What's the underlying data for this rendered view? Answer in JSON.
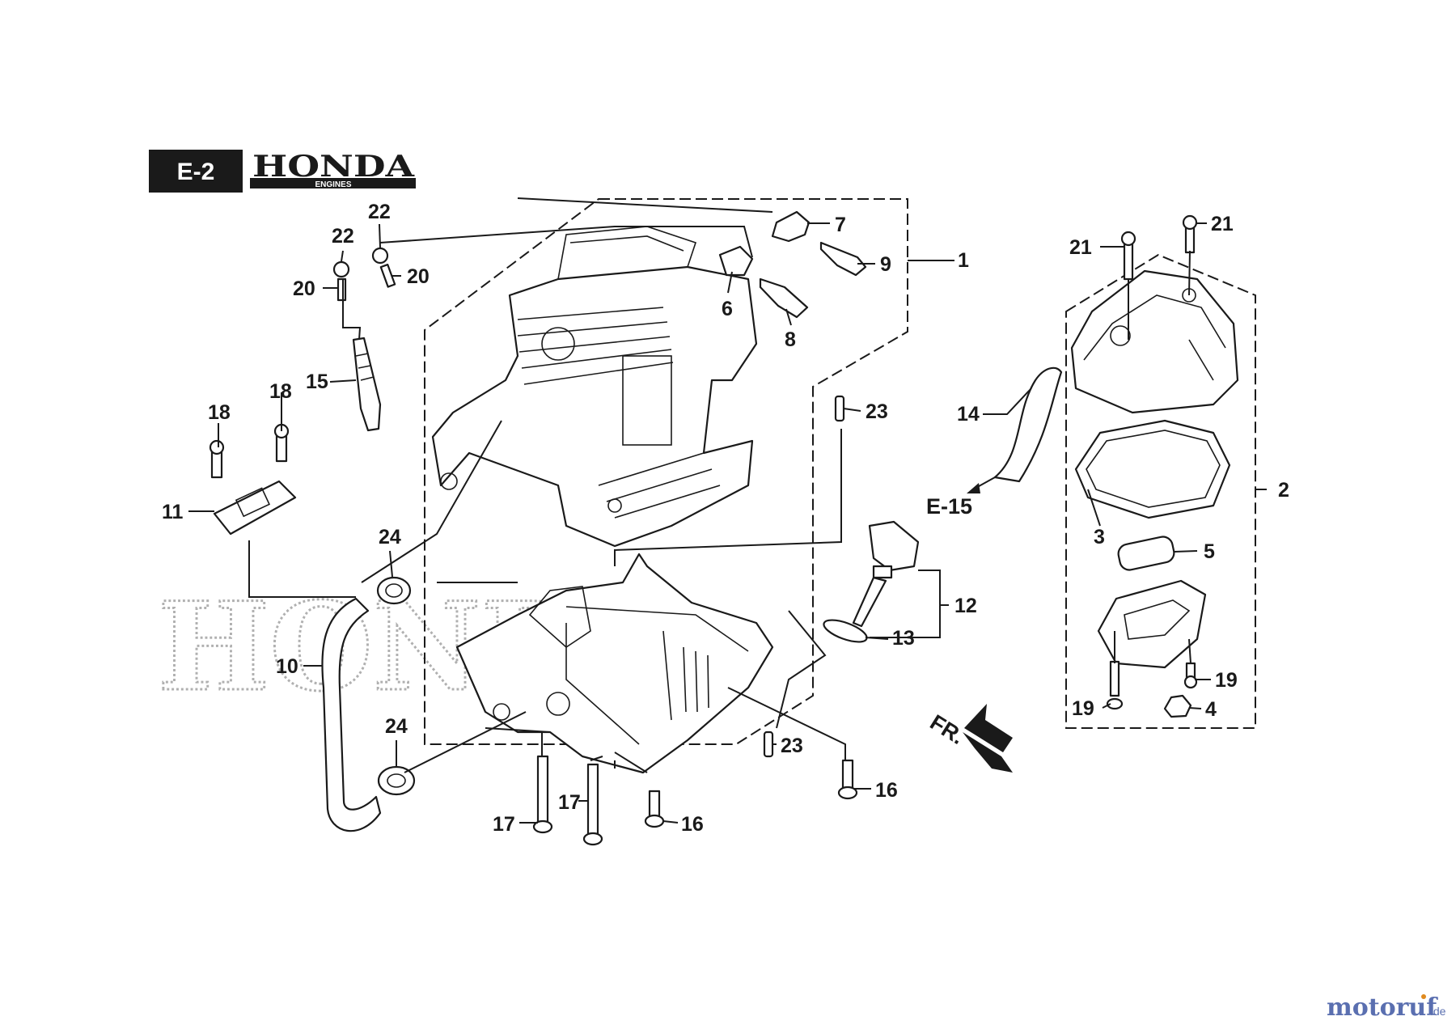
{
  "header": {
    "section_code": "E-2",
    "brand": "HONDA",
    "brand_sub": "ENGINES"
  },
  "watermark": {
    "brand": "HONDA"
  },
  "site": {
    "name_part1": "motoruf",
    "name_part2": ".de"
  },
  "references": {
    "exploded_view": "E-15",
    "front": "FR."
  },
  "callouts": [
    {
      "id": "1"
    },
    {
      "id": "2"
    },
    {
      "id": "3"
    },
    {
      "id": "4"
    },
    {
      "id": "5"
    },
    {
      "id": "6"
    },
    {
      "id": "7"
    },
    {
      "id": "8"
    },
    {
      "id": "9"
    },
    {
      "id": "10"
    },
    {
      "id": "11"
    },
    {
      "id": "12"
    },
    {
      "id": "13"
    },
    {
      "id": "14"
    },
    {
      "id": "15"
    },
    {
      "id": "16"
    },
    {
      "id": "16"
    },
    {
      "id": "17"
    },
    {
      "id": "17"
    },
    {
      "id": "18"
    },
    {
      "id": "18"
    },
    {
      "id": "19"
    },
    {
      "id": "19"
    },
    {
      "id": "20"
    },
    {
      "id": "20"
    },
    {
      "id": "21"
    },
    {
      "id": "21"
    },
    {
      "id": "22"
    },
    {
      "id": "22"
    },
    {
      "id": "23"
    },
    {
      "id": "23"
    },
    {
      "id": "24"
    },
    {
      "id": "24"
    }
  ],
  "colors": {
    "ink": "#1a1a1a",
    "site_text": "#5a6fb0",
    "site_accent": "#e08a1e"
  }
}
